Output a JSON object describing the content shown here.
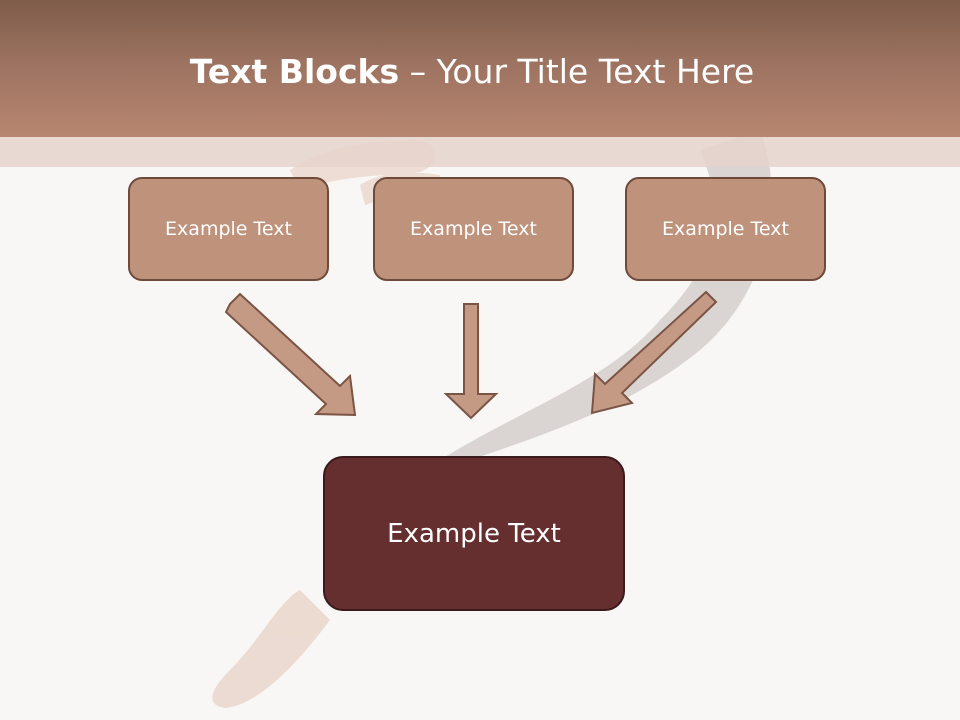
{
  "slide": {
    "title_bold": "Text Blocks",
    "title_separator": " – ",
    "title_rest": "Your Title Text Here"
  },
  "blocks": [
    {
      "label": "Example Text"
    },
    {
      "label": "Example Text"
    },
    {
      "label": "Example Text"
    }
  ],
  "target": {
    "label": "Example Text"
  },
  "colors": {
    "header": "#9c7260",
    "block_fill": "#bf927b",
    "block_border": "#6e4a3b",
    "target_fill": "#652f30",
    "arrow_fill": "#c49a84",
    "arrow_stroke": "#7a5444"
  }
}
